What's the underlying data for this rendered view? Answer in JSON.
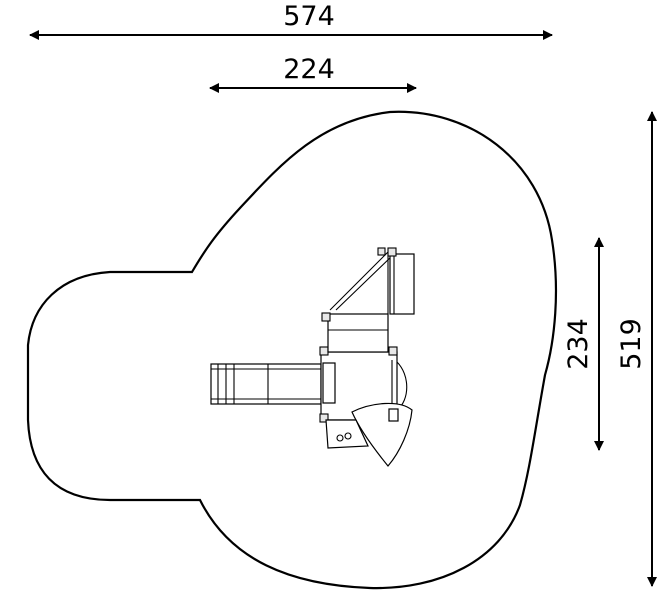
{
  "dimensions": {
    "overall_width": "574",
    "structure_width": "224",
    "structure_depth": "234",
    "overall_depth": "519"
  },
  "colors": {
    "line": "#000000",
    "background": "#ffffff",
    "panel_fill": "#e8e8e8"
  }
}
